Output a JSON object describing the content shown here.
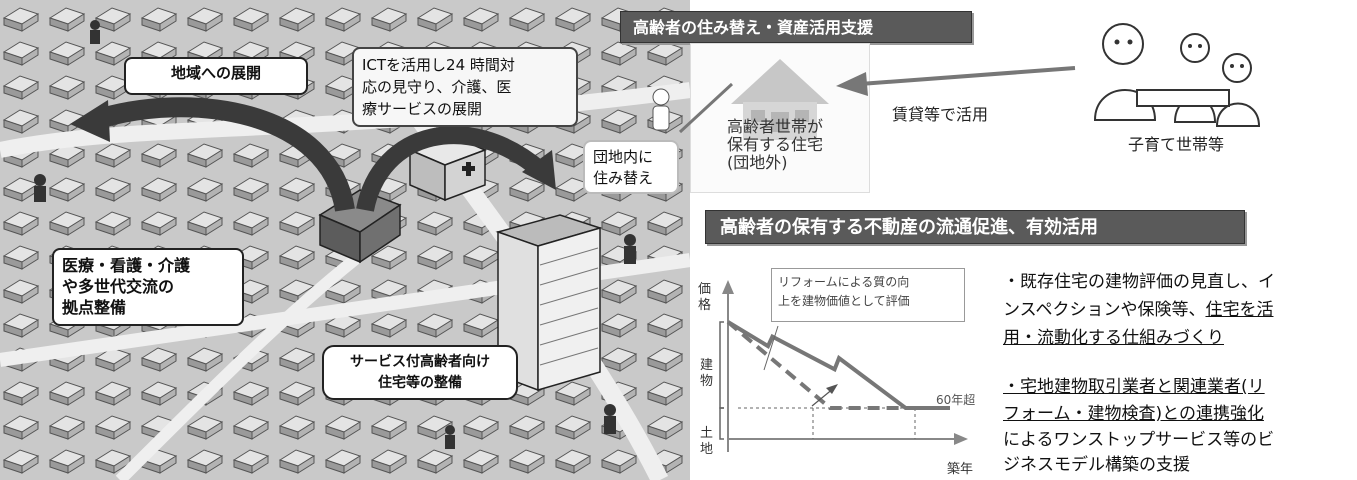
{
  "scene": {
    "expansion_label": "地域への展開",
    "ict_label": "ICTを活用し24 時間対応の見守り、介護、医療サービスの展開",
    "ict_lines": [
      "ICTを活用し24 時間対",
      "応の見守り、介護、医",
      "療サービスの展開"
    ],
    "hub_lines": [
      "医療・看護・介護",
      "や多世代交流の",
      "拠点整備"
    ],
    "housing_lines": [
      "サービス付高齢者向け",
      "住宅等の整備"
    ]
  },
  "relocation": {
    "banner": "高齢者の住み替え・資産活用支援",
    "move_lines": [
      "団地内に",
      "住み替え"
    ],
    "house_lines": [
      "高齢者世帯が",
      "保有する住宅",
      "(団地外)"
    ],
    "rental_label": "賃貸等で活用",
    "family_label": "子育て世帯等"
  },
  "real_estate": {
    "banner": "高齢者の保有する不動産の流通促進、有効活用",
    "bullet1_plain": "・既存住宅の建物評価の見直し、イ",
    "bullet1_line2_plain": "ンスペクションや保険等、",
    "bullet1_line2_u": "住宅を活",
    "bullet1_line3_u": "用・流動化する仕組みづくり",
    "bullet2_line1_u": "・宅地建物取引業者と関連業者(リ",
    "bullet2_line2_u": "フォーム・建物検査)との連携強化",
    "bullet2_line3": "によるワンストップサービス等のビ",
    "bullet2_line4": "ジネスモデル構築の支援"
  },
  "chart": {
    "ylabel_top": "価格",
    "ylabel_building": "建物",
    "ylabel_land": "土地",
    "xlabel": "築年",
    "end_label": "60年超",
    "callout_lines": [
      "リフォームによる質の向",
      "上を建物価値として評価"
    ]
  },
  "chart_data": {
    "type": "line",
    "xlabel": "築年",
    "ylabel": "価格",
    "x_end_label": "60年超",
    "annotation": "リフォームによる質の向上を建物価値として評価",
    "series": [
      {
        "style": "solid",
        "values": [
          [
            0,
            1.0
          ],
          [
            0.18,
            0.72
          ],
          [
            0.2,
            0.83
          ],
          [
            0.48,
            0.45
          ],
          [
            0.5,
            0.58
          ],
          [
            0.8,
            0.0
          ],
          [
            1.0,
            0.0
          ]
        ]
      },
      {
        "style": "dashed",
        "values": [
          [
            0,
            1.0
          ],
          [
            0.46,
            0.0
          ],
          [
            1.0,
            0.0
          ]
        ]
      }
    ]
  }
}
